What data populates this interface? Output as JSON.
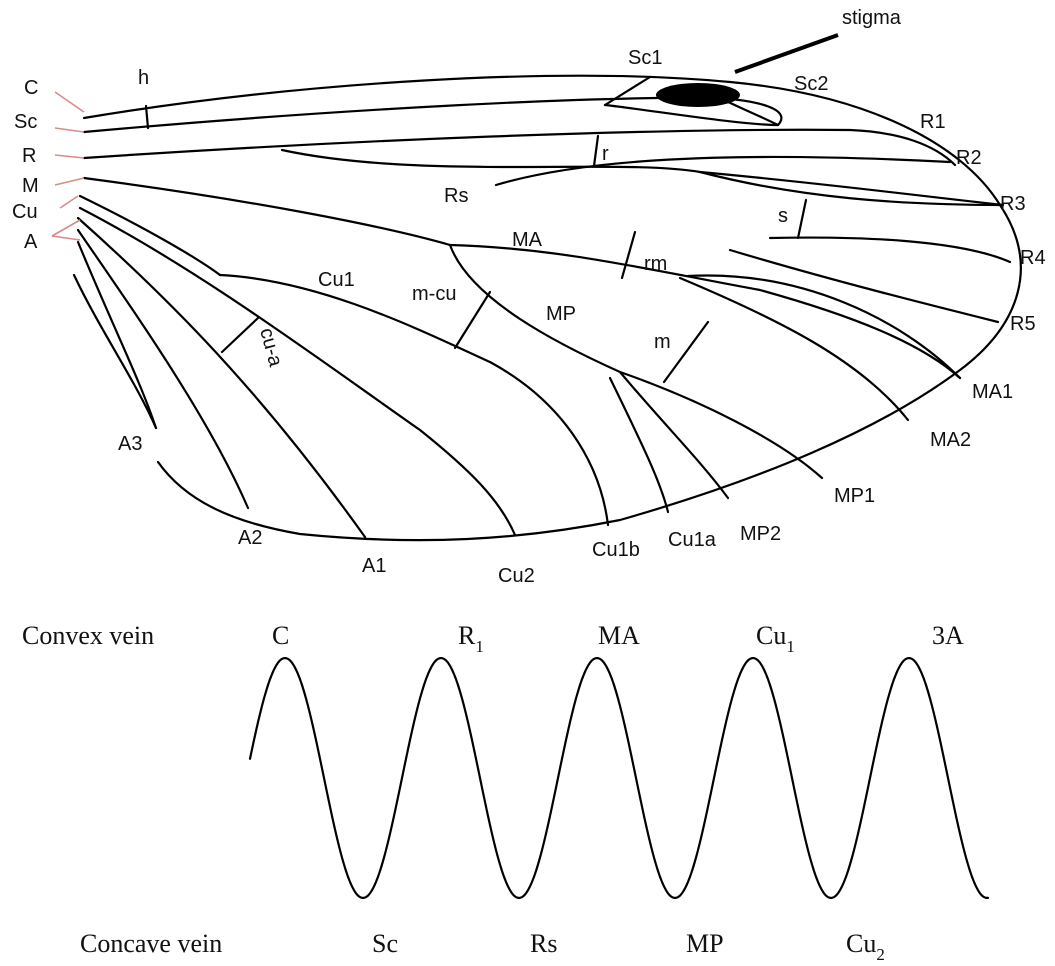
{
  "wing": {
    "base_labels": [
      "C",
      "Sc",
      "R",
      "M",
      "Cu",
      "A"
    ],
    "vein_labels": {
      "h": "h",
      "sc1": "Sc1",
      "stigma": "stigma",
      "sc2": "Sc2",
      "r1": "R1",
      "r2": "R2",
      "r3": "R3",
      "r4": "R4",
      "r5": "R5",
      "r": "r",
      "rs": "Rs",
      "s": "s",
      "ma": "MA",
      "rm": "rm",
      "cu1": "Cu1",
      "mcu": "m-cu",
      "mp": "MP",
      "m": "m",
      "cua": "cu-a",
      "ma1": "MA1",
      "ma2": "MA2",
      "mp1": "MP1",
      "mp2": "MP2",
      "cu1a": "Cu1a",
      "cu1b": "Cu1b",
      "cu2": "Cu2",
      "a1": "A1",
      "a2": "A2",
      "a3": "A3"
    }
  },
  "corrugation": {
    "convex_title": "Convex vein",
    "concave_title": "Concave vein",
    "convex": [
      {
        "base": "C",
        "sub": ""
      },
      {
        "base": "R",
        "sub": "1"
      },
      {
        "base": "MA",
        "sub": ""
      },
      {
        "base": "Cu",
        "sub": "1"
      },
      {
        "base": "3A",
        "sub": ""
      }
    ],
    "concave": [
      {
        "base": "Sc",
        "sub": ""
      },
      {
        "base": "Rs",
        "sub": ""
      },
      {
        "base": "MP",
        "sub": ""
      },
      {
        "base": "Cu",
        "sub": "2"
      }
    ]
  }
}
